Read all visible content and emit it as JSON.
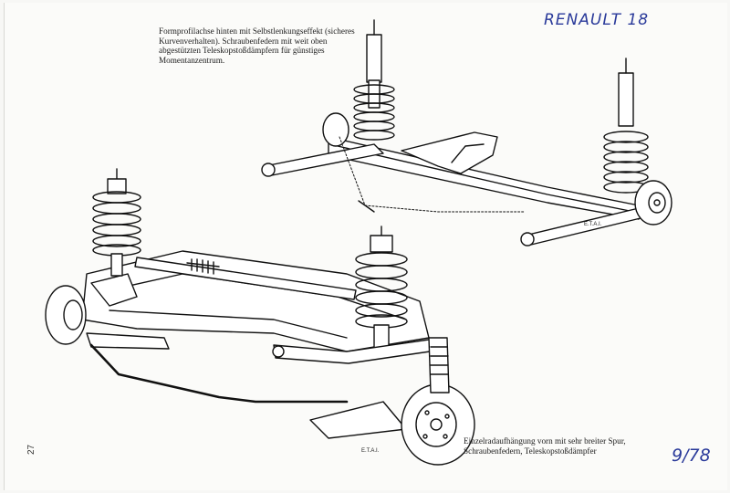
{
  "captions": {
    "rear_axle": "Formprofilachse hinten mit Selbstlenkungseffekt (sicheres Kurvenverhalten). Schraubenfedern mit weit oben abgestützten Teleskopstoßdämpfern für günstiges Momentanzentrum.",
    "front_axle": "Einzelradaufhängung vorn mit sehr breiter Spur, Schraubenfedern, Teleskopstoßdämpfer"
  },
  "handwriting": {
    "title": "RENAULT 18",
    "date": "9/78"
  },
  "page_number": "27",
  "drawing_stamps": {
    "rear": "E.T.A.I.",
    "front": "E.T.A.I."
  }
}
